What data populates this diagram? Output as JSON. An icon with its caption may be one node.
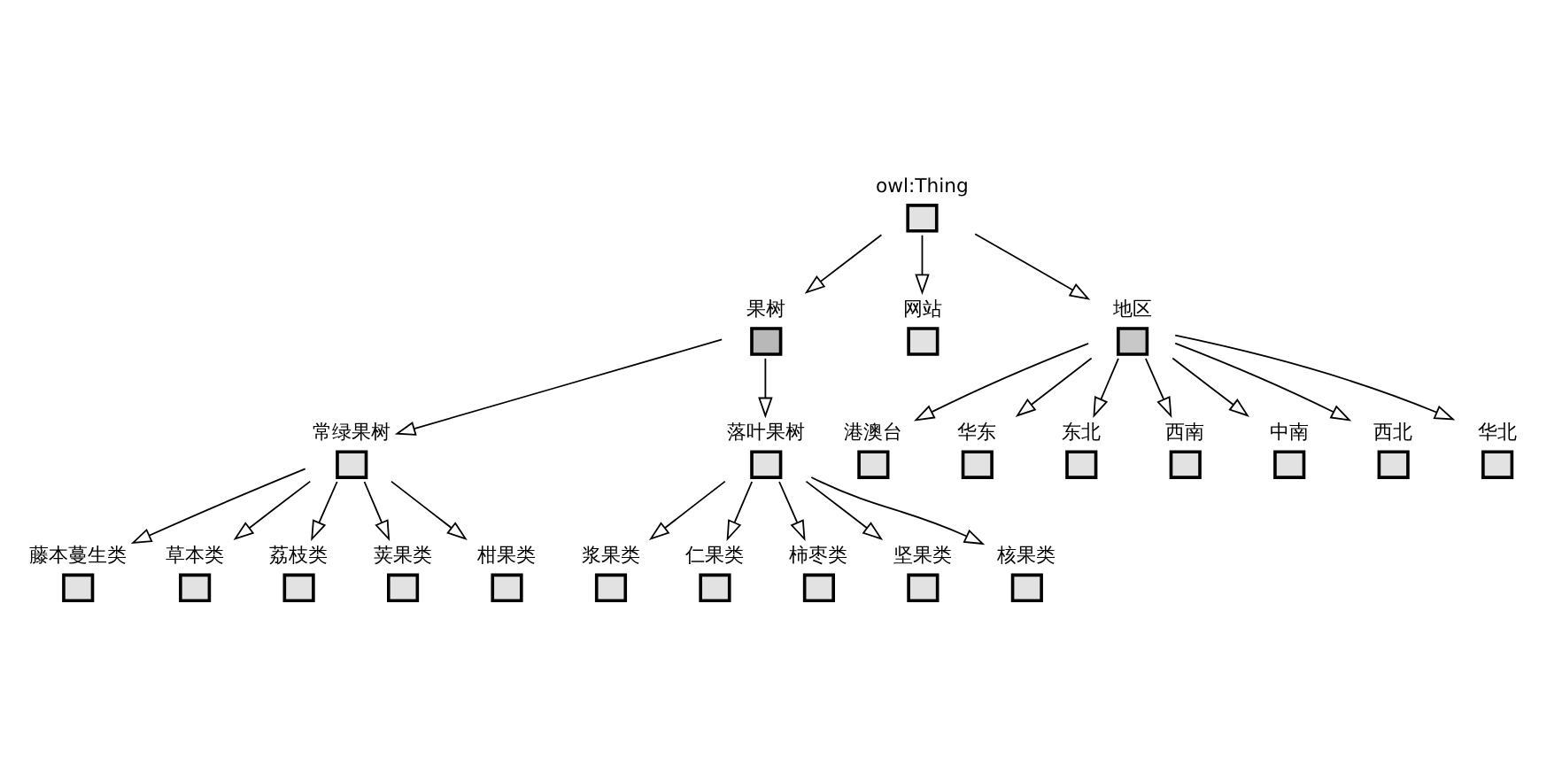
{
  "diagram": {
    "nodes": [
      {
        "text": [
          "owl:Thing"
        ]
      },
      {
        "text": [
          "港澳台"
        ]
      },
      {
        "text": [
          "果树"
        ]
      },
      {
        "text": [
          "网站"
        ]
      },
      {
        "text": [
          "地区"
        ]
      },
      {
        "text": [
          "华东"
        ]
      },
      {
        "text": [
          "东北"
        ]
      },
      {
        "text": [
          "西南"
        ]
      },
      {
        "text": [
          "中南"
        ]
      },
      {
        "text": [
          "常绿果树"
        ]
      },
      {
        "text": [
          "落叶果树"
        ]
      },
      {
        "text": [
          "西北"
        ]
      },
      {
        "text": [
          "华北"
        ]
      },
      {
        "text": [
          "藤本蔓生类"
        ]
      },
      {
        "text": [
          "草本类"
        ]
      },
      {
        "text": [
          "荔枝类"
        ]
      },
      {
        "text": [
          "荚果类"
        ]
      },
      {
        "text": [
          "柑果类"
        ]
      },
      {
        "text": [
          "浆果类"
        ]
      },
      {
        "text": [
          "仁果类"
        ]
      },
      {
        "text": [
          "柿枣类"
        ]
      },
      {
        "text": [
          "坚果类"
        ]
      },
      {
        "text": [
          "核果类"
        ]
      }
    ],
    "edges": [
      {
        "from": 0,
        "to": 2,
        "arrow": "to"
      },
      {
        "from": 0,
        "to": 3,
        "arrow": "to"
      },
      {
        "from": 0,
        "to": 4,
        "arrow": "to"
      },
      {
        "from": 2,
        "to": 9,
        "arrow": "to"
      },
      {
        "from": 2,
        "to": 10,
        "arrow": "to"
      },
      {
        "from": 4,
        "to": 1,
        "arrow": "to"
      },
      {
        "from": 4,
        "to": 5,
        "arrow": "to"
      },
      {
        "from": 4,
        "to": 6,
        "arrow": "to"
      },
      {
        "from": 4,
        "to": 7,
        "arrow": "to"
      },
      {
        "from": 4,
        "to": 8,
        "arrow": "to"
      },
      {
        "from": 4,
        "to": 11,
        "arrow": "to"
      },
      {
        "from": 4,
        "to": 12,
        "arrow": "to"
      },
      {
        "from": 9,
        "to": 13,
        "arrow": "to"
      },
      {
        "from": 9,
        "to": 14,
        "arrow": "to"
      },
      {
        "from": 9,
        "to": 15,
        "arrow": "to"
      },
      {
        "from": 9,
        "to": 16,
        "arrow": "to"
      },
      {
        "from": 9,
        "to": 17,
        "arrow": "to"
      },
      {
        "from": 10,
        "to": 18,
        "arrow": "to"
      },
      {
        "from": 10,
        "to": 19,
        "arrow": "to"
      },
      {
        "from": 10,
        "to": 20,
        "arrow": "to"
      },
      {
        "from": 10,
        "to": 21,
        "arrow": "to"
      },
      {
        "from": 10,
        "to": 22,
        "arrow": "to"
      }
    ]
  }
}
